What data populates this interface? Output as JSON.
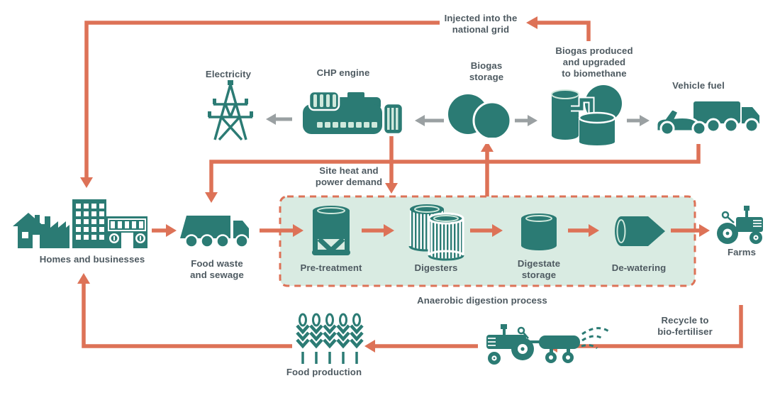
{
  "top_flow": {
    "injected_grid": "Injected into the\nnational grid",
    "electricity": "Electricity",
    "chp_engine": "CHP engine",
    "biogas_storage": "Biogas\nstorage",
    "biogas_produced": "Biogas produced\nand upgraded\nto biomethane",
    "vehicle_fuel": "Vehicle fuel",
    "site_heat": "Site heat and\npower demand"
  },
  "mid_flow": {
    "homes": "Homes and businesses",
    "food_waste": "Food waste\nand sewage",
    "farms": "Farms"
  },
  "process_box": {
    "caption": "Anaerobic digestion process",
    "steps": {
      "pre_treatment": "Pre-treatment",
      "digesters": "Digesters",
      "digestate_storage": "Digestate\nstorage",
      "dewatering": "De-watering"
    }
  },
  "bottom_flow": {
    "recycle": "Recycle to\nbio-fertiliser",
    "food_production": "Food production"
  },
  "colors": {
    "teal": "#2b7b74",
    "salmon": "#dd7257",
    "arrow_gray": "#9aa0a2",
    "process_box_fill": "#d9ebe2",
    "pale_detail": "#cfe8dc",
    "label_text": "#4e5a61"
  },
  "icons": [
    "electricity-pylon-icon",
    "chp-engine-icon",
    "biogas-storage-spheres-icon",
    "biomethane-upgrade-plant-icon",
    "car-and-truck-icon",
    "homes-and-businesses-icon",
    "waste-truck-icon",
    "pre-treatment-hopper-icon",
    "digesters-icon",
    "digestate-storage-tank-icon",
    "dewatering-centrifuge-icon",
    "farm-tractor-icon",
    "tractor-with-slurry-spreader-icon",
    "wheat-icon"
  ]
}
